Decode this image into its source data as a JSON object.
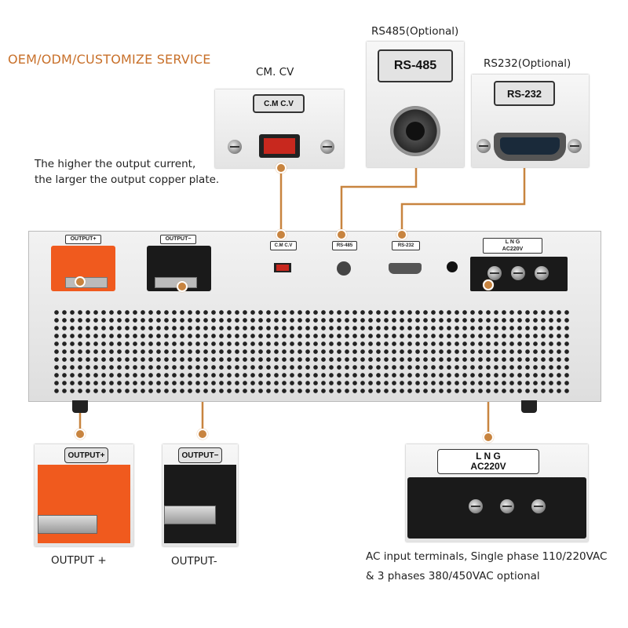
{
  "service_title": "OEM/ODM/CUSTOMIZE SERVICE",
  "cmcv": {
    "title": "CM.  CV",
    "switch_label": "C.M  C.V"
  },
  "rs485": {
    "title": "RS485(Optional)",
    "label": "RS-485"
  },
  "rs232": {
    "title": "RS232(Optional)",
    "label": "RS-232"
  },
  "copper_note": {
    "line1": "The higher the output current,",
    "line2": "the larger the output copper plate."
  },
  "front_panel": {
    "output_plus_label": "OUTPUT+",
    "output_minus_label": "OUTPUT−",
    "cmcv_label": "C.M  C.V",
    "rs485_label": "RS-485",
    "rs232_label": "RS-232",
    "lng_label": "L    N    G",
    "ac_label": "AC220V"
  },
  "output_plus": {
    "label": "OUTPUT+",
    "caption": "OUTPUT +"
  },
  "output_minus": {
    "label": "OUTPUT−",
    "caption": "OUTPUT-"
  },
  "ac_terminal": {
    "lng": "L     N     G",
    "ac": "AC220V",
    "caption1": "AC input terminals, Single phase 110/220VAC",
    "caption2": "& 3 phases 380/450VAC optional"
  },
  "colors": {
    "accent": "#c8843f",
    "terminal_orange": "#f05a1e",
    "terminal_black": "#1a1a1a"
  }
}
